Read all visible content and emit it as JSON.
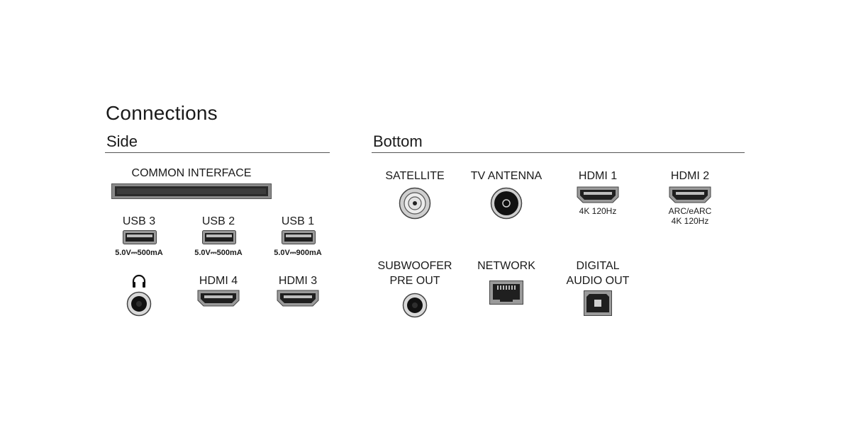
{
  "title": "Connections",
  "side": {
    "heading": "Side",
    "common_interface": "COMMON INTERFACE",
    "usb": [
      {
        "label": "USB 3",
        "spec": "5.0V⎓500mA"
      },
      {
        "label": "USB 2",
        "spec": "5.0V⎓500mA"
      },
      {
        "label": "USB 1",
        "spec": "5.0V⎓900mA"
      }
    ],
    "hdmi4": "HDMI 4",
    "hdmi3": "HDMI 3"
  },
  "bottom": {
    "heading": "Bottom",
    "satellite": "SATELLITE",
    "tv_antenna": "TV ANTENNA",
    "hdmi1": {
      "label": "HDMI 1",
      "spec": "4K 120Hz"
    },
    "hdmi2": {
      "label": "HDMI 2",
      "spec_line1": "ARC/eARC",
      "spec_line2": "4K 120Hz"
    },
    "subwoofer": {
      "line1": "SUBWOOFER",
      "line2": "PRE OUT"
    },
    "network": "NETWORK",
    "digital_audio": {
      "line1": "DIGITAL",
      "line2": "AUDIO OUT"
    }
  },
  "icons": {
    "headphone": "headphone-icon",
    "usb": "usb-port-icon",
    "hdmi": "hdmi-port-icon",
    "coax": "coax-port-icon",
    "rj45": "ethernet-port-icon",
    "optical": "optical-port-icon",
    "jack": "audio-jack-icon"
  }
}
